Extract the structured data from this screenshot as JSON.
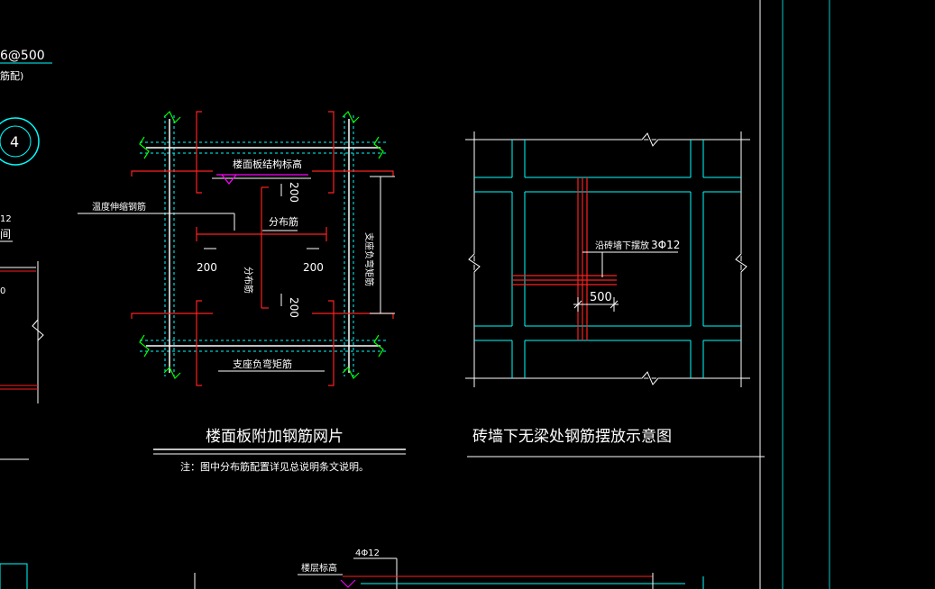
{
  "drawing": {
    "background": "#000000",
    "colors": {
      "white": "#ffffff",
      "cyan": "#00ffff",
      "red": "#ff2020",
      "green": "#00ff00",
      "magenta": "#ff00ff",
      "teal": "#00c8c8"
    },
    "left_fragment": {
      "top_label": "6@500",
      "sub_label": "筋配)",
      "circle_number": "4",
      "side_label_1": "12",
      "side_label_2": "间",
      "side_label_3": "0"
    },
    "mesh_detail": {
      "title": "楼面板附加钢筋网片",
      "note": "注：图中分布筋配置详见总说明条文说明。",
      "label_slab_top": "楼面板结构标高",
      "label_temp_bar": "温度伸缩钢筋",
      "label_dist_bar": "分布筋",
      "label_dist_bar_vertical": "分布筋",
      "label_support_right": "支座负弯矩筋",
      "label_support_bottom": "支座负弯矩筋",
      "dim_top": "200",
      "dim_left": "200",
      "dim_right": "200",
      "dim_bottom": "200"
    },
    "wall_detail": {
      "title": "砖墙下无梁处钢筋摆放示意图",
      "label_bar": "沿砖墙下摆放",
      "label_bar_spec": "3Φ12",
      "dim_500": "500"
    },
    "bottom_fragment": {
      "label_spec": "4Φ12",
      "label_floor": "楼层标高"
    }
  }
}
